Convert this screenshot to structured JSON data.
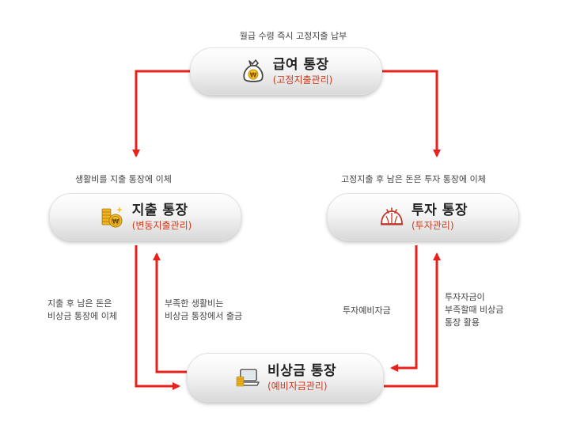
{
  "nodes": {
    "salary": {
      "title": "급여 통장",
      "sub": "(고정지출관리)",
      "icon": "money-bag-icon"
    },
    "spend": {
      "title": "지출 통장",
      "sub": "(변동지출관리)",
      "icon": "coin-stack-icon"
    },
    "invest": {
      "title": "투자 통장",
      "sub": "(투자관리)",
      "icon": "dumpling-icon"
    },
    "emerg": {
      "title": "비상금 통장",
      "sub": "(예비자금관리)",
      "icon": "laptop-coins-icon"
    }
  },
  "labels": {
    "top": "월급 수령 즉시 고정지출 납부",
    "left": "생활비를 지출 통장에 이체",
    "right": "고정지출 후 남은 돈은 투자 통장에 이체",
    "spend_to_emerg": [
      "지출 후 남은 돈은",
      "비상금 통장에 이체"
    ],
    "emerg_to_spend": [
      "부족한 생활비는",
      "비상금 통장에서 출금"
    ],
    "invest_to_emerg": [
      "투자예비자금"
    ],
    "emerg_to_invest": [
      "투자자금이",
      "부족할때 비상금",
      "통장 활용"
    ]
  },
  "colors": {
    "arrow": "#e8211b",
    "subtitle": "#d0391c"
  }
}
